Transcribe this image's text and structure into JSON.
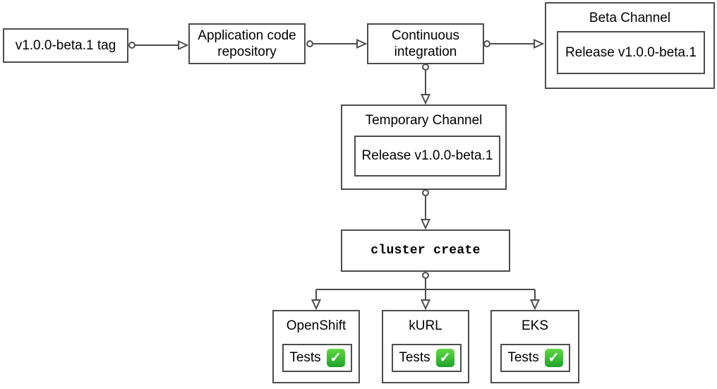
{
  "diagram": {
    "type": "flowchart",
    "background": "#ffffff",
    "colors": {
      "node_border": "#4d4d4d",
      "connector": "#4d4d4d",
      "text": "#000000",
      "check_green_top": "#61d944",
      "check_green_bottom": "#1da32a",
      "check_mark": "#ffffff"
    },
    "nodes": {
      "tag": {
        "label": "v1.0.0-beta.1 tag"
      },
      "repo": {
        "label": "Application code repository"
      },
      "ci": {
        "label": "Continuous integration"
      },
      "beta_channel": {
        "title": "Beta Channel",
        "release_label": "Release v1.0.0-beta.1"
      },
      "temp_channel": {
        "title": "Temporary Channel",
        "release_label": "Release v1.0.0-beta.1"
      },
      "cluster_create": {
        "label": "cluster create"
      }
    },
    "clusters": [
      {
        "title": "OpenShift",
        "tests_label": "Tests",
        "status_icon": "check-passed-icon"
      },
      {
        "title": "kURL",
        "tests_label": "Tests",
        "status_icon": "check-passed-icon"
      },
      {
        "title": "EKS",
        "tests_label": "Tests",
        "status_icon": "check-passed-icon"
      }
    ],
    "edges": [
      {
        "from": "tag",
        "to": "repo"
      },
      {
        "from": "repo",
        "to": "ci"
      },
      {
        "from": "ci",
        "to": "beta_channel"
      },
      {
        "from": "ci",
        "to": "temp_channel"
      },
      {
        "from": "temp_channel",
        "to": "cluster_create"
      },
      {
        "from": "cluster_create",
        "to": "openshift"
      },
      {
        "from": "cluster_create",
        "to": "kurl"
      },
      {
        "from": "cluster_create",
        "to": "eks"
      }
    ]
  }
}
